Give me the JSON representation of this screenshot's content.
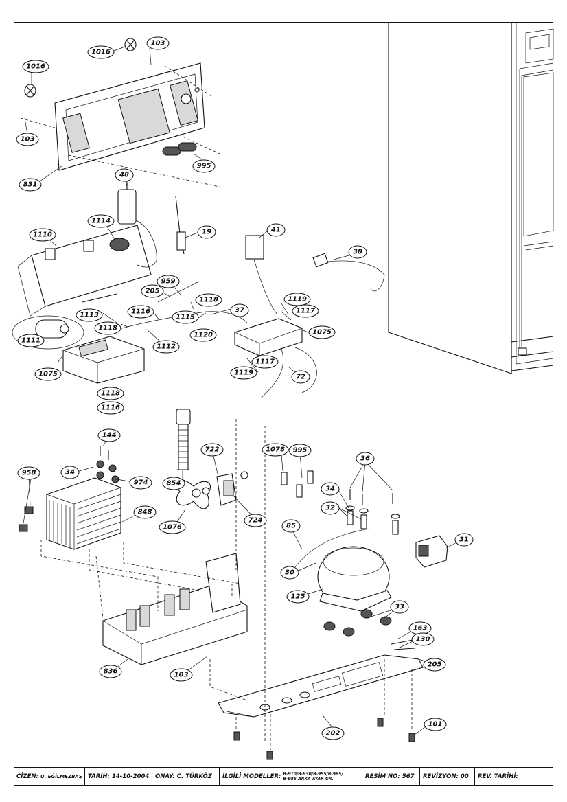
{
  "parts": [
    {
      "id": "p1016a",
      "label": "1016"
    },
    {
      "id": "p103a",
      "label": "103"
    },
    {
      "id": "p1016b",
      "label": "1016"
    },
    {
      "id": "p103b",
      "label": "103"
    },
    {
      "id": "p995a",
      "label": "995"
    },
    {
      "id": "p831",
      "label": "831"
    },
    {
      "id": "p48",
      "label": "48"
    },
    {
      "id": "p1114",
      "label": "1114"
    },
    {
      "id": "p19",
      "label": "19"
    },
    {
      "id": "p1110",
      "label": "1110"
    },
    {
      "id": "p41",
      "label": "41"
    },
    {
      "id": "p38",
      "label": "38"
    },
    {
      "id": "p959",
      "label": "959"
    },
    {
      "id": "p205a",
      "label": "205"
    },
    {
      "id": "p1118a",
      "label": "1118"
    },
    {
      "id": "p1119a",
      "label": "1119"
    },
    {
      "id": "p37",
      "label": "37"
    },
    {
      "id": "p1117a",
      "label": "1117"
    },
    {
      "id": "p1113",
      "label": "1113"
    },
    {
      "id": "p1116a",
      "label": "1116"
    },
    {
      "id": "p1115",
      "label": "1115"
    },
    {
      "id": "p1118b",
      "label": "1118"
    },
    {
      "id": "p1120",
      "label": "1120"
    },
    {
      "id": "p1075a",
      "label": "1075"
    },
    {
      "id": "p1111",
      "label": "1111"
    },
    {
      "id": "p1112",
      "label": "1112"
    },
    {
      "id": "p1117b",
      "label": "1117"
    },
    {
      "id": "p1075b",
      "label": "1075"
    },
    {
      "id": "p1119b",
      "label": "1119"
    },
    {
      "id": "p72",
      "label": "72"
    },
    {
      "id": "p1118c",
      "label": "1118"
    },
    {
      "id": "p1116b",
      "label": "1116"
    },
    {
      "id": "p144",
      "label": "144"
    },
    {
      "id": "p722",
      "label": "722"
    },
    {
      "id": "p1078",
      "label": "1078"
    },
    {
      "id": "p995b",
      "label": "995"
    },
    {
      "id": "p36",
      "label": "36"
    },
    {
      "id": "p958",
      "label": "958"
    },
    {
      "id": "p34a",
      "label": "34"
    },
    {
      "id": "p974",
      "label": "974"
    },
    {
      "id": "p854",
      "label": "854"
    },
    {
      "id": "p34b",
      "label": "34"
    },
    {
      "id": "p32",
      "label": "32"
    },
    {
      "id": "p848",
      "label": "848"
    },
    {
      "id": "p1076",
      "label": "1076"
    },
    {
      "id": "p724",
      "label": "724"
    },
    {
      "id": "p85",
      "label": "85"
    },
    {
      "id": "p31",
      "label": "31"
    },
    {
      "id": "p30",
      "label": "30"
    },
    {
      "id": "p125",
      "label": "125"
    },
    {
      "id": "p33",
      "label": "33"
    },
    {
      "id": "p163",
      "label": "163"
    },
    {
      "id": "p130",
      "label": "130"
    },
    {
      "id": "p205b",
      "label": "205"
    },
    {
      "id": "p836",
      "label": "836"
    },
    {
      "id": "p103c",
      "label": "103"
    },
    {
      "id": "p202",
      "label": "202"
    },
    {
      "id": "p101",
      "label": "101"
    }
  ],
  "titleblock": {
    "cizen_key": "ÇİZEN:",
    "cizen_val": "U. EĞİLMEZBAŞ",
    "tarih_key": "TARİH:",
    "tarih_val": "14-10-2004",
    "onay_key": "ONAY:",
    "onay_val": "C. TÜRKÖZ",
    "modeller_key": "İLGİLİ MODELLER:",
    "modeller_line1": "B-910/B-930/B-955/B-965/",
    "modeller_line2": "B-985 ARKA AYAK GR.",
    "resim_key": "RESİM NO:",
    "resim_val": "567",
    "rev_key": "REVİZYON:",
    "rev_val": "00",
    "revtarih_key": "REV. TARİHİ:",
    "revtarih_val": ""
  }
}
